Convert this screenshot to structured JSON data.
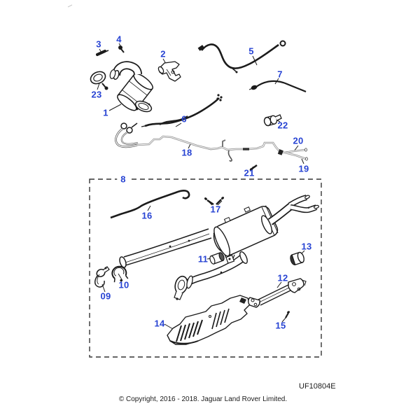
{
  "page": {
    "drawing_code": "UF10804E",
    "copyright": "© Copyright, 2016 - 2018. Jaguar Land Rover Limited.",
    "callout_color": "#2743d3",
    "line_color": "#1b1b1b",
    "fuel_line_color": "#8a8a8a"
  },
  "callouts": [
    {
      "n": "1"
    },
    {
      "n": "2"
    },
    {
      "n": "3"
    },
    {
      "n": "4"
    },
    {
      "n": "5"
    },
    {
      "n": "6"
    },
    {
      "n": "7"
    },
    {
      "n": "8"
    },
    {
      "n": "09"
    },
    {
      "n": "10"
    },
    {
      "n": "11"
    },
    {
      "n": "12"
    },
    {
      "n": "13"
    },
    {
      "n": "14"
    },
    {
      "n": "15"
    },
    {
      "n": "16"
    },
    {
      "n": "17"
    },
    {
      "n": "18"
    },
    {
      "n": "19"
    },
    {
      "n": "20"
    },
    {
      "n": "21"
    },
    {
      "n": "22"
    },
    {
      "n": "23"
    }
  ]
}
